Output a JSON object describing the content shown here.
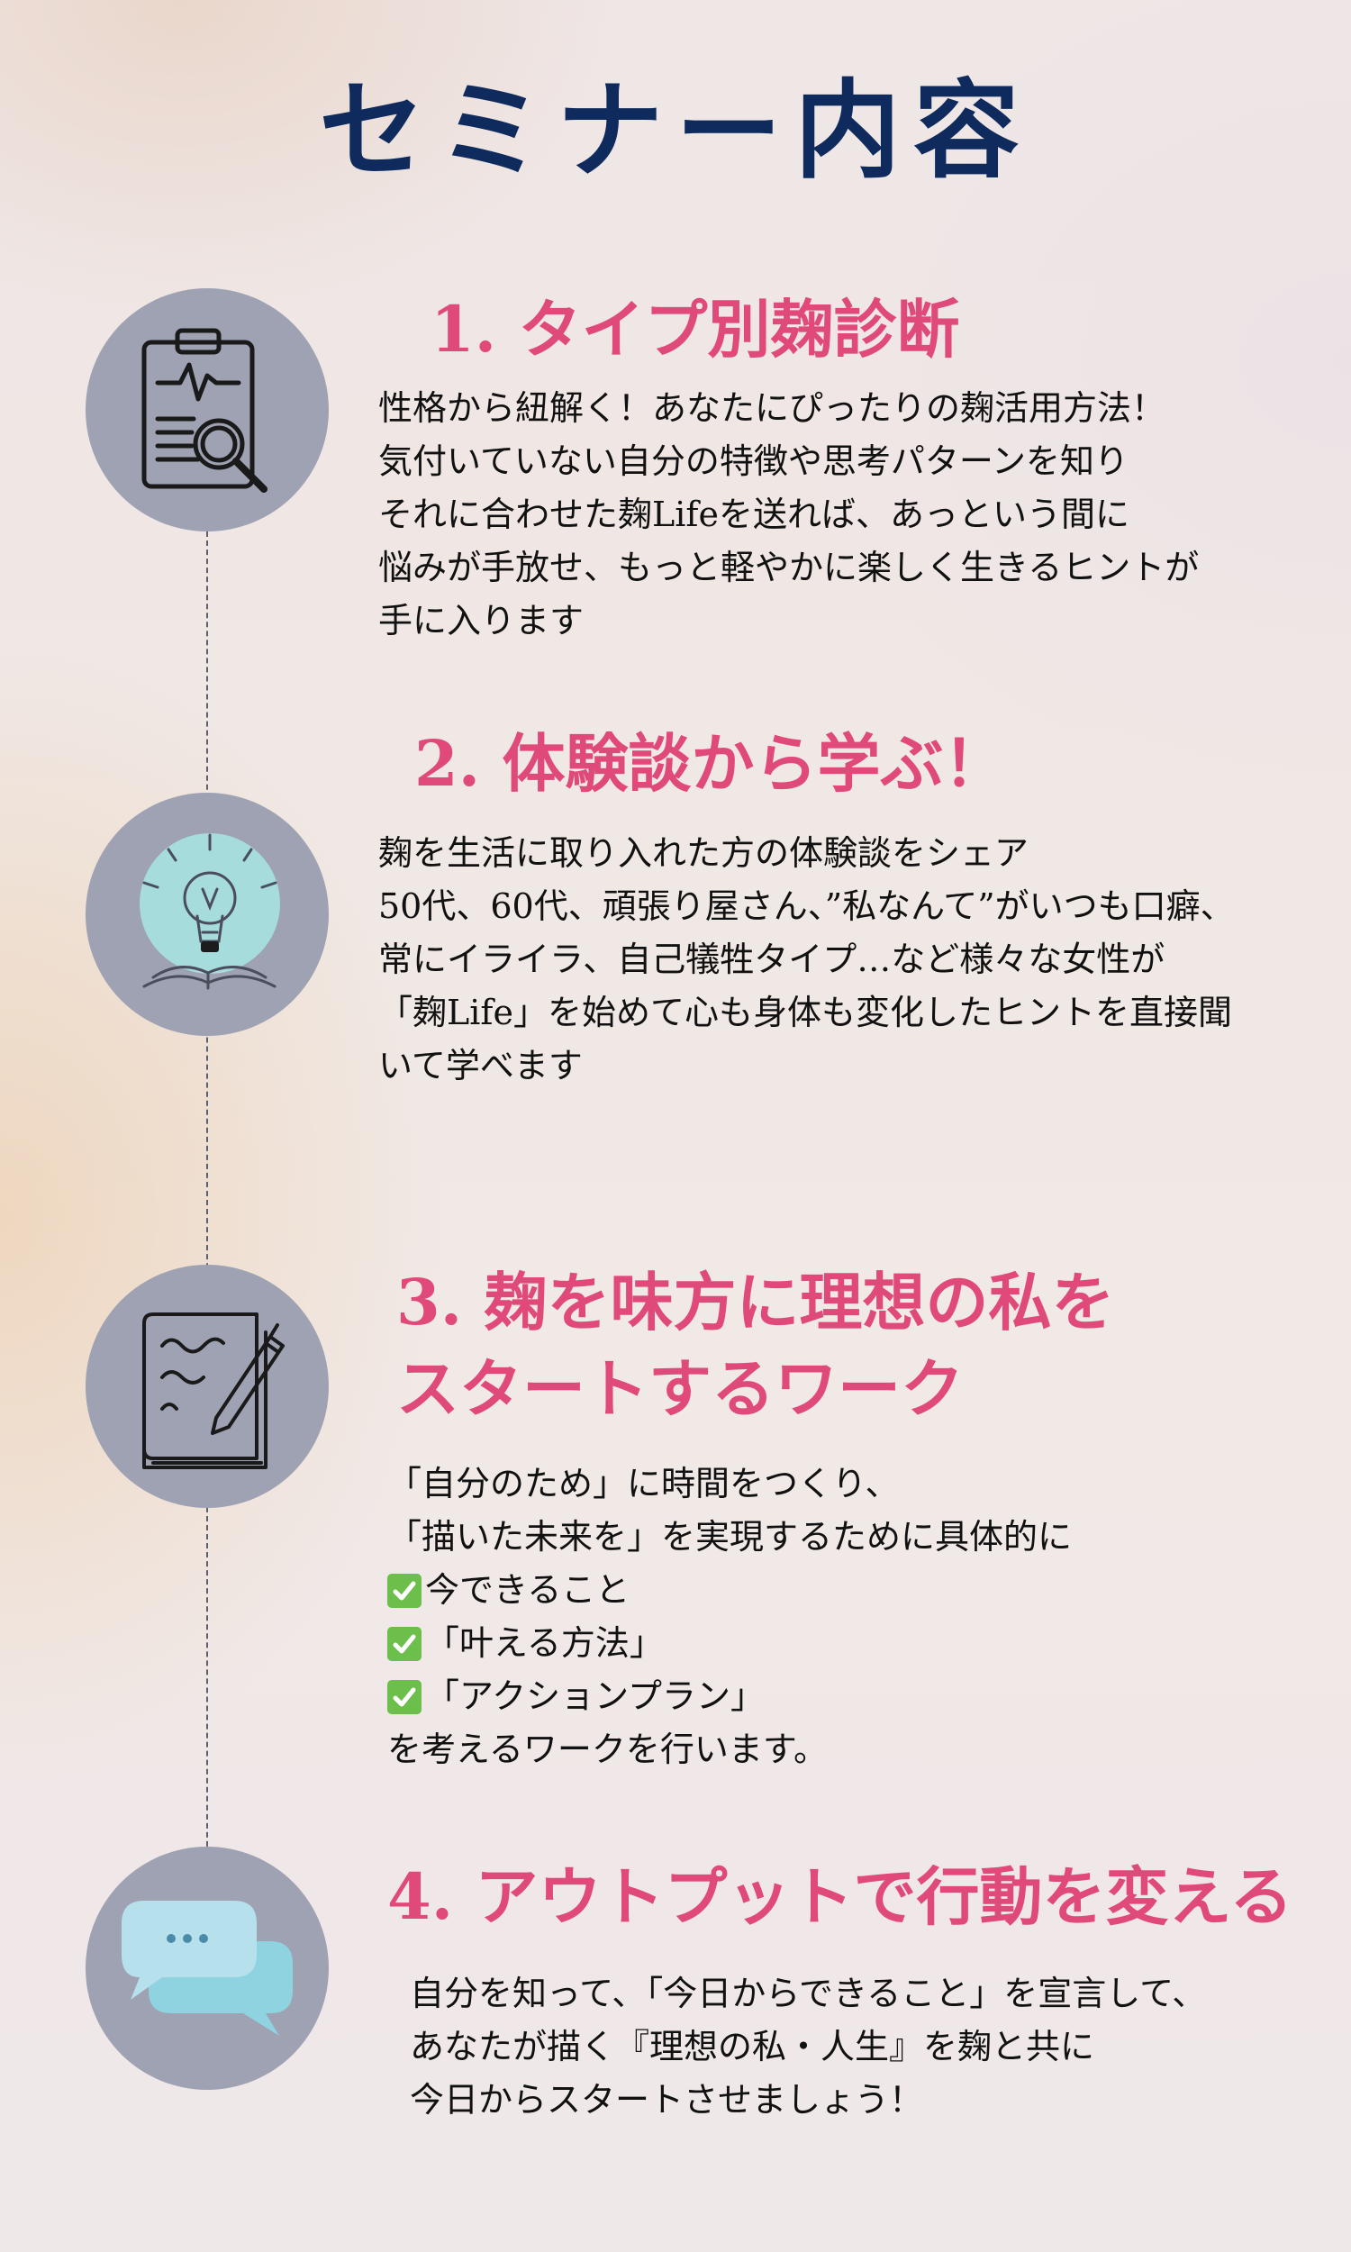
{
  "title": "セミナー内容",
  "sections": [
    {
      "heading": "1. タイプ別麹診断",
      "icon": "clipboard-magnifier-icon",
      "lines": [
        "性格から紐解く！あなたにぴったりの麹活用方法！",
        "気付いていない自分の特徴や思考パターンを知り",
        "それに合わせた麹Lifeを送れば、あっという間に",
        "悩みが手放せ、もっと軽やかに楽しく生きるヒントが",
        "手に入ります"
      ]
    },
    {
      "heading": "2. 体験談から学ぶ！",
      "icon": "lightbulb-book-icon",
      "lines": [
        "麹を生活に取り入れた方の体験談をシェア",
        "50代、60代、頑張り屋さん、”私なんて”がいつも口癖、",
        "常にイライラ、自己犠牲タイプ…など様々な女性が",
        "「麹Life」を始めて心も身体も変化したヒントを直接聞",
        "いて学べます"
      ]
    },
    {
      "heading_lines": [
        "3. 麹を味方に理想の私を",
        "スタートするワーク"
      ],
      "icon": "notebook-pen-icon",
      "intro_lines": [
        "「自分のため」に時間をつくり、",
        "「描いた未来を」を実現するために具体的に"
      ],
      "checklist": [
        "今できること",
        "「叶える方法」",
        "「アクションプラン」"
      ],
      "outro": "を考えるワークを行います。"
    },
    {
      "heading": "4. アウトプットで行動を変える",
      "icon": "chat-bubbles-icon",
      "lines": [
        "自分を知って、「今日からできること」を宣言して、",
        "あなたが描く『理想の私・人生』を麹と共に",
        "今日からスタートさせましょう！"
      ]
    }
  ],
  "colors": {
    "title": "#0f2a5c",
    "heading": "#e04a7a",
    "circle": "#9fa2b2",
    "check": "#6cbf4a"
  }
}
